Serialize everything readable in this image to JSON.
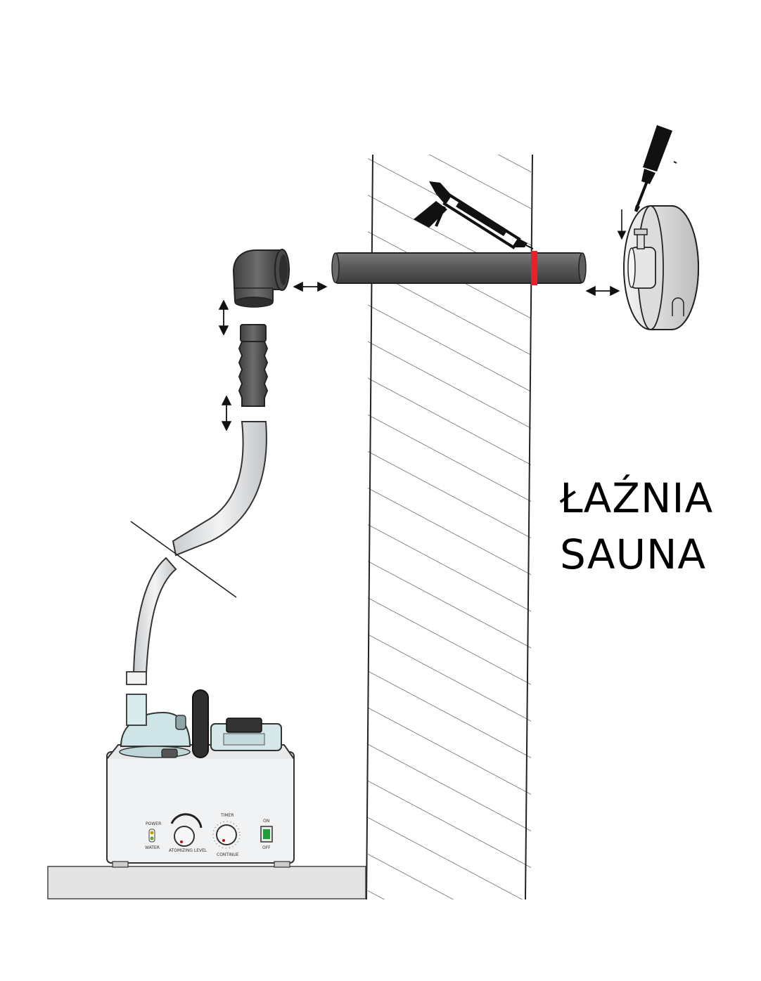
{
  "room_label": {
    "line1": "ŁAŹNIA",
    "line2": "SAUNA"
  },
  "panel": {
    "power": "POWER",
    "water": "WATER",
    "atomizing": "ATOMIZING LEVEL",
    "timer": "TIMER",
    "continue": "CONTINUE",
    "on": "ON",
    "off": "OFF"
  },
  "colors": {
    "pipe": "#555555",
    "seal": "#e8202a",
    "wall_hatch": "#444444",
    "switch": "#1f9e3a"
  }
}
